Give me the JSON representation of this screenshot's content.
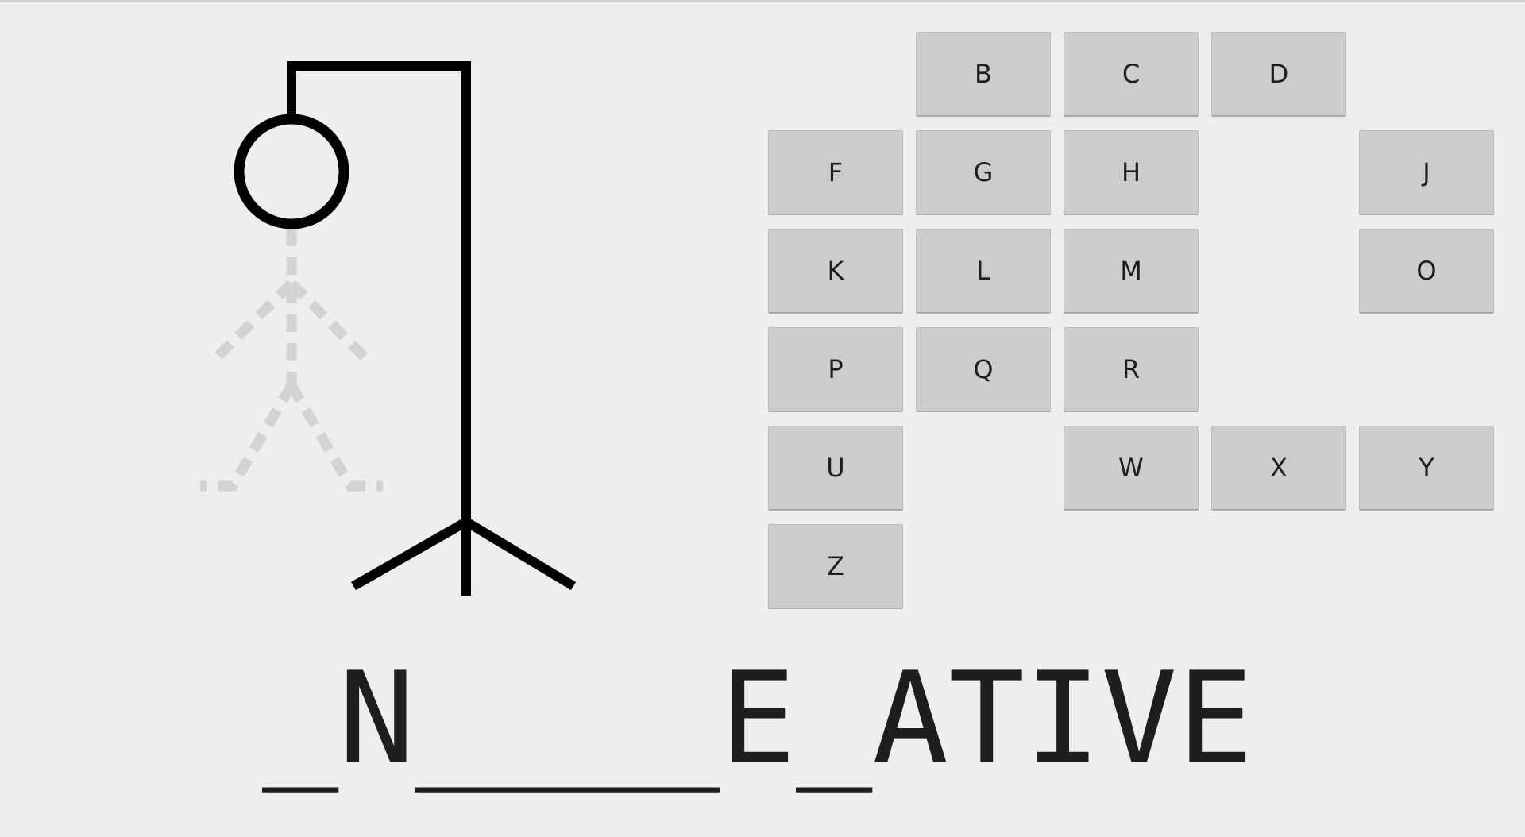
{
  "keyboard": {
    "keys": [
      {
        "letter": "B"
      },
      {
        "letter": "C"
      },
      {
        "letter": "D"
      },
      {
        "letter": "F"
      },
      {
        "letter": "G"
      },
      {
        "letter": "H"
      },
      {
        "letter": "J"
      },
      {
        "letter": "K"
      },
      {
        "letter": "L"
      },
      {
        "letter": "M"
      },
      {
        "letter": "O"
      },
      {
        "letter": "P"
      },
      {
        "letter": "Q"
      },
      {
        "letter": "R"
      },
      {
        "letter": "U"
      },
      {
        "letter": "W"
      },
      {
        "letter": "X"
      },
      {
        "letter": "Y"
      },
      {
        "letter": "Z"
      }
    ]
  },
  "word": {
    "letters": [
      "_",
      "N",
      "_",
      "_",
      "_",
      "_",
      "E",
      "_",
      "A",
      "T",
      "I",
      "V",
      "E"
    ]
  },
  "hangman": {
    "stroke_color": "#000000",
    "placeholder_color": "#d3d3d3",
    "wrong_guesses_shown": 1
  }
}
